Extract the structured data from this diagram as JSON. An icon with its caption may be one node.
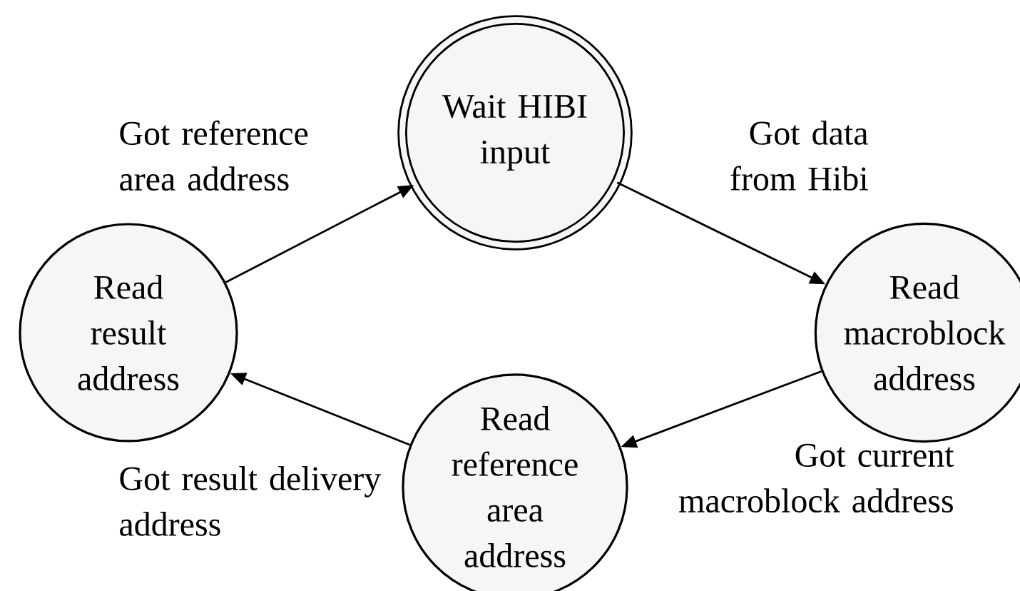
{
  "diagram": {
    "nodes": [
      {
        "text": [
          "Wait HIBI input"
        ]
      },
      {
        "text": [
          "Read macroblock address"
        ]
      },
      {
        "text": [
          "Read reference area address"
        ]
      },
      {
        "text": [
          "Read result address"
        ]
      }
    ],
    "edges": [
      {
        "from": 3,
        "to": 0,
        "arrow": "to",
        "label": "Got reference area address"
      },
      {
        "from": 0,
        "to": 1,
        "arrow": "to",
        "label": "Got data from Hibi"
      },
      {
        "from": 1,
        "to": 2,
        "arrow": "to",
        "label": "Got current macroblock address"
      },
      {
        "from": 2,
        "to": 3,
        "arrow": "to",
        "label": "Got result delivery address"
      }
    ]
  }
}
